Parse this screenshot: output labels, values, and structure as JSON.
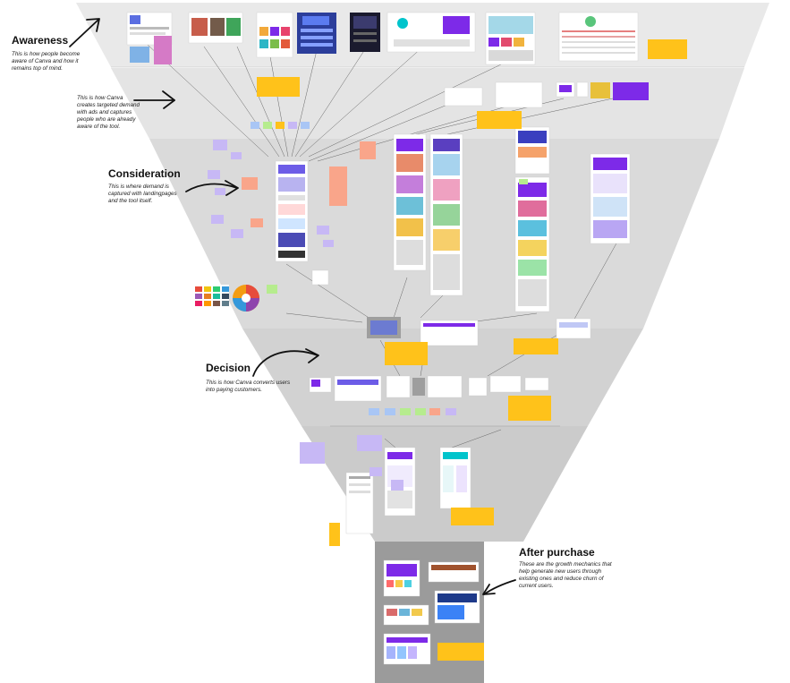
{
  "stages": [
    {
      "key": "awareness",
      "title": "Awareness",
      "description": "This is how people become aware of Canva and how it remains top of mind."
    },
    {
      "key": "ads",
      "title": "",
      "description": "This is how Canva creates targeted demand with ads and captures people who are already aware of the tool."
    },
    {
      "key": "consideration",
      "title": "Consideration",
      "description": "This is where demand is captured with landingpages and the tool itself."
    },
    {
      "key": "decision",
      "title": "Decision",
      "description": "This is how Canva converts users into paying customers."
    },
    {
      "key": "after_purchase",
      "title": "After purchase",
      "description": "These are the growth mechanics that help generate new users through existing ones and reduce churn of current users."
    }
  ],
  "colors": {
    "funnel_light": "#e9e9e9",
    "funnel_mid": "#d8d8d8",
    "funnel_dark": "#c9c9c9",
    "after_purchase_bg": "#9b9b9b",
    "sticky_yellow": "#ffc21a",
    "sticky_purple": "#c7b8f5",
    "sticky_orange": "#f9a58a",
    "sticky_blue": "#a9c6f5",
    "sticky_green": "#b6ec8e",
    "canva_purple": "#7d2ae8",
    "canva_teal": "#00c4cc",
    "arrow": "#111111"
  },
  "icons": {
    "awareness": "hand-drawn-arrow-icon",
    "ads": "hand-drawn-arrow-icon",
    "consideration": "hand-drawn-arrow-icon",
    "decision": "hand-drawn-arrow-icon",
    "after_purchase": "hand-drawn-arrow-icon"
  }
}
